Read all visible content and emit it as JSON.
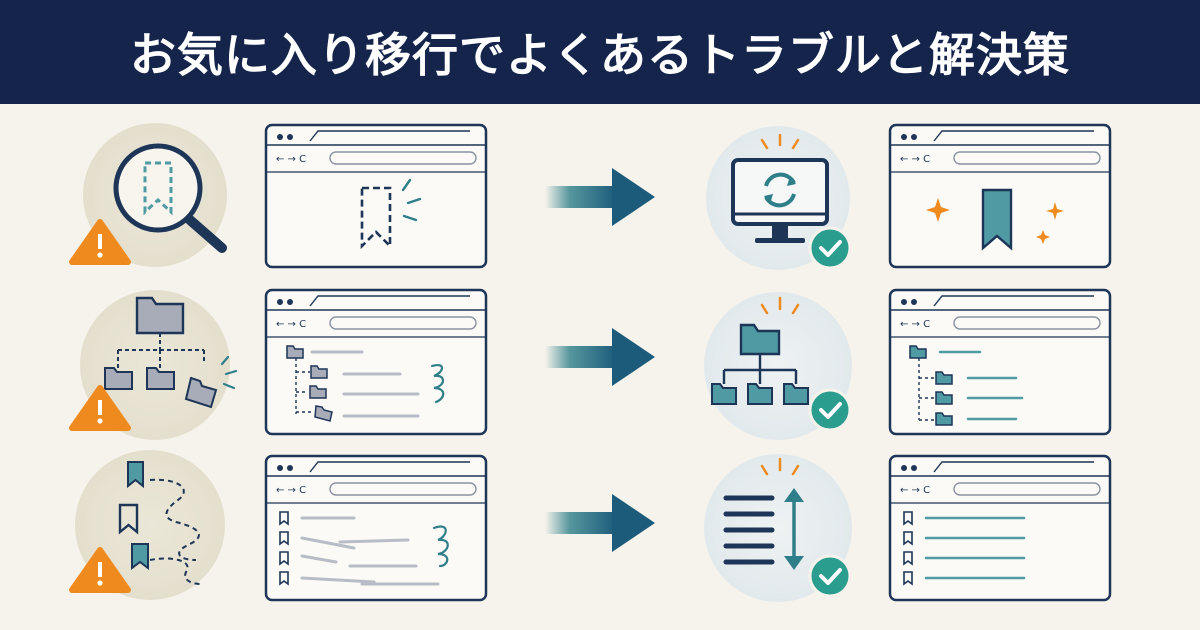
{
  "header": {
    "title": "お気に入り移行でよくあるトラブルと解決策"
  },
  "colors": {
    "header_bg": "#14244b",
    "page_bg": "#f5f3ec",
    "navy": "#1d3557",
    "teal": "#4f9aa3",
    "teal_dark": "#2f7f8a",
    "orange": "#ef8a1f",
    "grey": "#b8bcc6",
    "check_green": "#2a9d8f"
  },
  "rows": [
    {
      "problem": {
        "icon": "magnifier-missing-bookmark-icon",
        "warning": "warning-icon"
      },
      "before_window": {
        "content": "missing-bookmark"
      },
      "arrow": "arrow-right-icon",
      "solution": {
        "icon": "monitor-sync-icon",
        "badge": "check-icon"
      },
      "after_window": {
        "content": "restored-bookmark"
      }
    },
    {
      "problem": {
        "icon": "broken-folder-tree-icon",
        "warning": "warning-icon"
      },
      "before_window": {
        "content": "messy-folder-tree"
      },
      "arrow": "arrow-right-icon",
      "solution": {
        "icon": "organized-folder-tree-icon",
        "badge": "check-icon"
      },
      "after_window": {
        "content": "clean-folder-tree"
      }
    },
    {
      "problem": {
        "icon": "scattered-bookmarks-icon",
        "warning": "warning-icon"
      },
      "before_window": {
        "content": "disordered-list"
      },
      "arrow": "arrow-right-icon",
      "solution": {
        "icon": "sorted-list-icon",
        "badge": "check-icon"
      },
      "after_window": {
        "content": "sorted-list"
      }
    }
  ]
}
